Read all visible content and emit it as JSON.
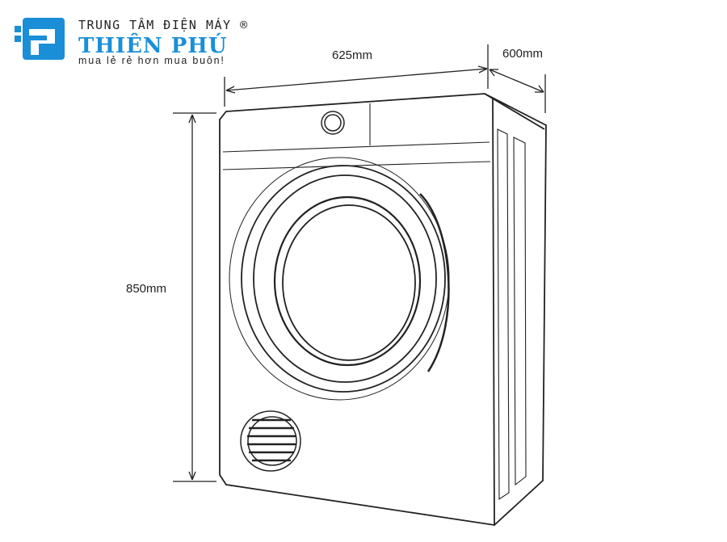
{
  "logo": {
    "top_line": "TRUNG TÂM ĐIỆN MÁY ®",
    "name": "THIÊN PHÚ",
    "slogan": "mua lẻ rẻ hơn mua buôn!",
    "color": "#1a8fd8"
  },
  "dimensions": {
    "width": "625mm",
    "depth": "600mm",
    "height": "850mm"
  }
}
